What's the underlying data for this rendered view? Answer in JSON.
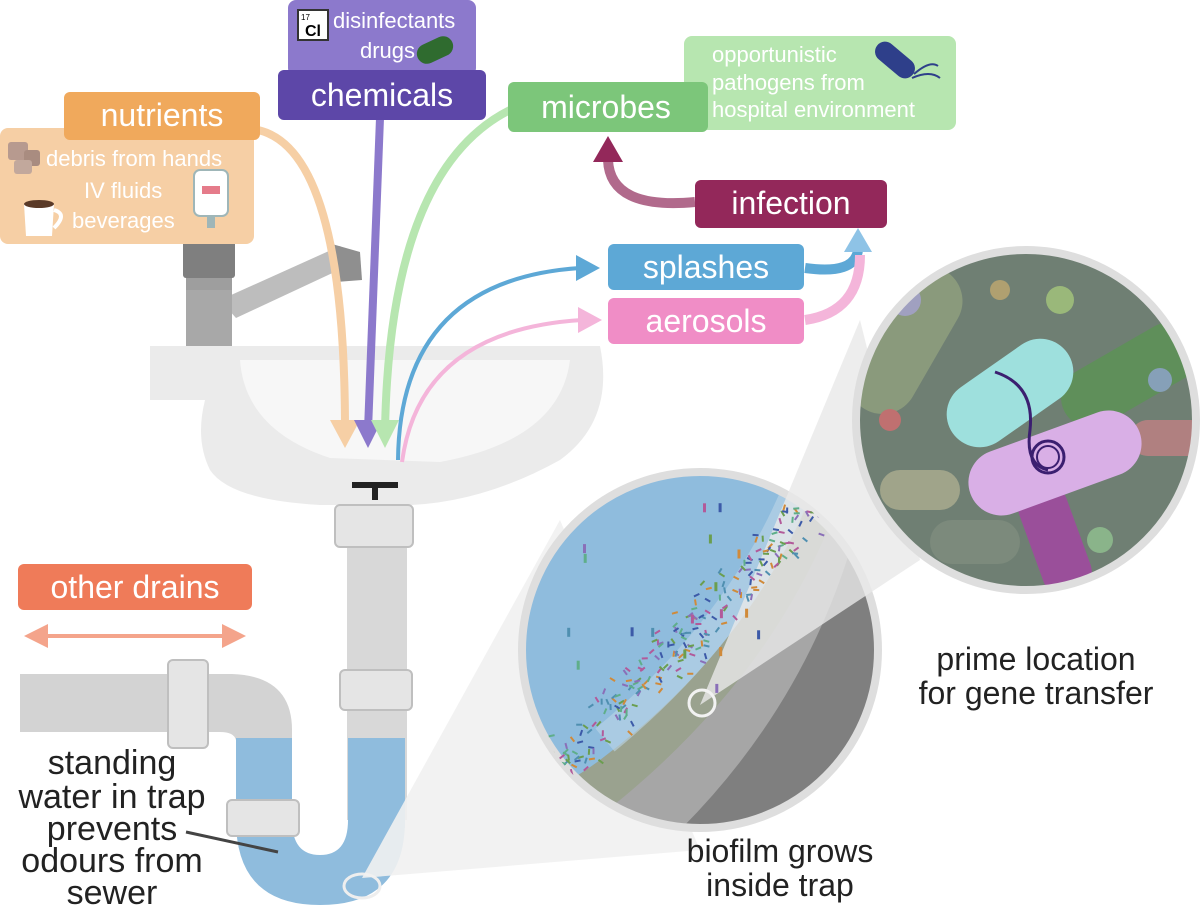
{
  "nutrients": {
    "title": "nutrients",
    "items": [
      "debris from hands",
      "IV fluids",
      "beverages"
    ],
    "color": "#f0a95c",
    "light_color": "#f6cfa5"
  },
  "chemicals": {
    "title": "chemicals",
    "items": [
      "disinfectants",
      "drugs"
    ],
    "chlorine_symbol": "Cl",
    "chlorine_number": "17",
    "color": "#5d47a8",
    "light_color": "#8c79cc"
  },
  "microbes": {
    "title": "microbes",
    "detail_lines": [
      "opportunistic",
      "pathogens from",
      "hospital environment"
    ],
    "color": "#7cc67a",
    "light_color": "#b7e6b0"
  },
  "infection": {
    "label": "infection",
    "color": "#93285a"
  },
  "splashes": {
    "label": "splashes",
    "color": "#5da8d6"
  },
  "aerosols": {
    "label": "aerosols",
    "color": "#f08dc6"
  },
  "other_drains": {
    "label": "other drains",
    "color": "#ef7b59",
    "arrow_color": "#f4a48b"
  },
  "standing_water": {
    "lines": [
      "standing",
      "water in trap",
      "prevents",
      "odours from",
      "sewer"
    ]
  },
  "biofilm": {
    "lines": [
      "biofilm grows",
      "inside trap"
    ]
  },
  "gene_transfer": {
    "lines": [
      "prime location",
      "for gene transfer"
    ]
  },
  "colors": {
    "water": "#8fbcdd",
    "pipe": "#d9d9d9",
    "pipe_dark": "#b9b9b9",
    "sink": "#ececec",
    "faucet": "#a9a9a9"
  }
}
